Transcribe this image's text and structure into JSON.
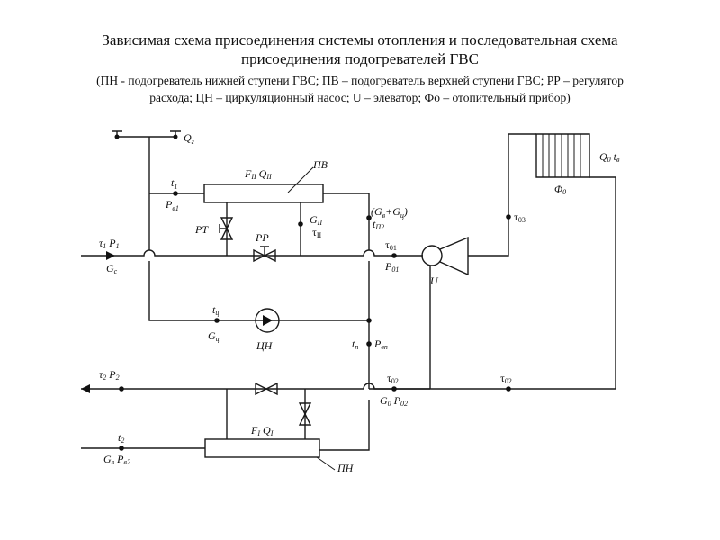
{
  "header": {
    "title_line1": "Зависимая схема присоединения системы отопления и последовательная схема",
    "title_line2": "присоединения подогревателей ГВС",
    "legend_line1": "(ПН - подогреватель нижней ступени ГВС; ПВ – подогреватель верхней ступени ГВС; РР – регулятор",
    "legend_line2": "расхода; ЦН – циркуляционный насос; U – элеватор; Фо – отопительный прибор)"
  },
  "diagram": {
    "labels": {
      "Qg": {
        "main": "Q",
        "sub": "г"
      },
      "t1": {
        "main": "t",
        "sub": "1"
      },
      "Pv1": {
        "main": "P",
        "sub": "в1"
      },
      "FII_QII": {
        "main1": "F",
        "sub1": "II",
        "main2": " Q",
        "sub2": "II"
      },
      "PV": "ПВ",
      "RT": "PT",
      "RR": "PP",
      "GII": {
        "main": "G",
        "sub": "II"
      },
      "tauII": {
        "main": "τ",
        "sub": "II"
      },
      "Gv_Gc": {
        "text1": "(G",
        "sub1": "в",
        "text2": "+G",
        "sub2": "ц",
        "text3": ")"
      },
      "tP2": {
        "main": "t",
        "sub": "П2"
      },
      "tau1_P1": {
        "main1": "τ",
        "sub1": "1",
        "main2": " P",
        "sub2": "1"
      },
      "Gc": {
        "main": "G",
        "sub": "c"
      },
      "tau01": {
        "main": "τ",
        "sub": "01"
      },
      "P01": {
        "main": "P",
        "sub": "01"
      },
      "U": "U",
      "tau03": {
        "main": "τ",
        "sub": "03"
      },
      "Q0_tv": {
        "main1": "Q",
        "sub1": "0",
        "main2": " t",
        "sub2": "в"
      },
      "F0": {
        "main": "Φ",
        "sub": "0"
      },
      "tc": {
        "main": "t",
        "sub": "ц"
      },
      "Gcirc": {
        "main": "G",
        "sub": "ц"
      },
      "CN": "ЦН",
      "tp": {
        "main": "t",
        "sub": "п"
      },
      "Pvp": {
        "main": "P",
        "sub": "вп"
      },
      "tau2_P2": {
        "main1": "τ",
        "sub1": "2",
        "main2": " P",
        "sub2": "2"
      },
      "tau02_left": {
        "main": "τ",
        "sub": "02"
      },
      "G0_P02": {
        "main1": "G",
        "sub1": "0",
        "main2": " P",
        "sub2": "02"
      },
      "tau02_right": {
        "main": "τ",
        "sub": "02"
      },
      "t2": {
        "main": "t",
        "sub": "2"
      },
      "Gv_Pv2": {
        "main1": "G",
        "sub1": "в",
        "main2": " P",
        "sub2": "в2"
      },
      "FI_QI": {
        "main1": "F",
        "sub1": "I",
        "main2": " Q",
        "sub2": "I"
      },
      "PN": "ПН"
    }
  }
}
